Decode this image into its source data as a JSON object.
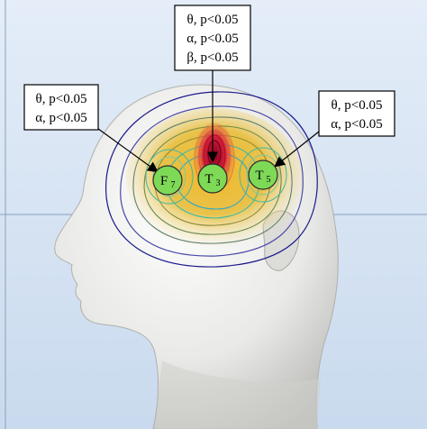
{
  "callouts": {
    "center": {
      "lines": [
        "θ, p<0.05",
        "α, p<0.05",
        "β, p<0.05"
      ]
    },
    "left": {
      "lines": [
        "θ, p<0.05",
        "α, p<0.05"
      ]
    },
    "right": {
      "lines": [
        "θ, p<0.05",
        "α, p<0.05"
      ]
    }
  },
  "electrodes": [
    {
      "id": "f7",
      "letter": "F",
      "sub": "7"
    },
    {
      "id": "t3",
      "letter": "T",
      "sub": "3"
    },
    {
      "id": "t5",
      "letter": "T",
      "sub": "5"
    }
  ],
  "colors": {
    "background": "#d6e4f3",
    "head": "#e8e8e6",
    "electrode_fill": "#7ed957",
    "outer_contour": "#1a1a8c",
    "activation_hot": "#c0002a",
    "activation_warm": "#e8a21a",
    "activation_mid": "#3fb8a3"
  }
}
